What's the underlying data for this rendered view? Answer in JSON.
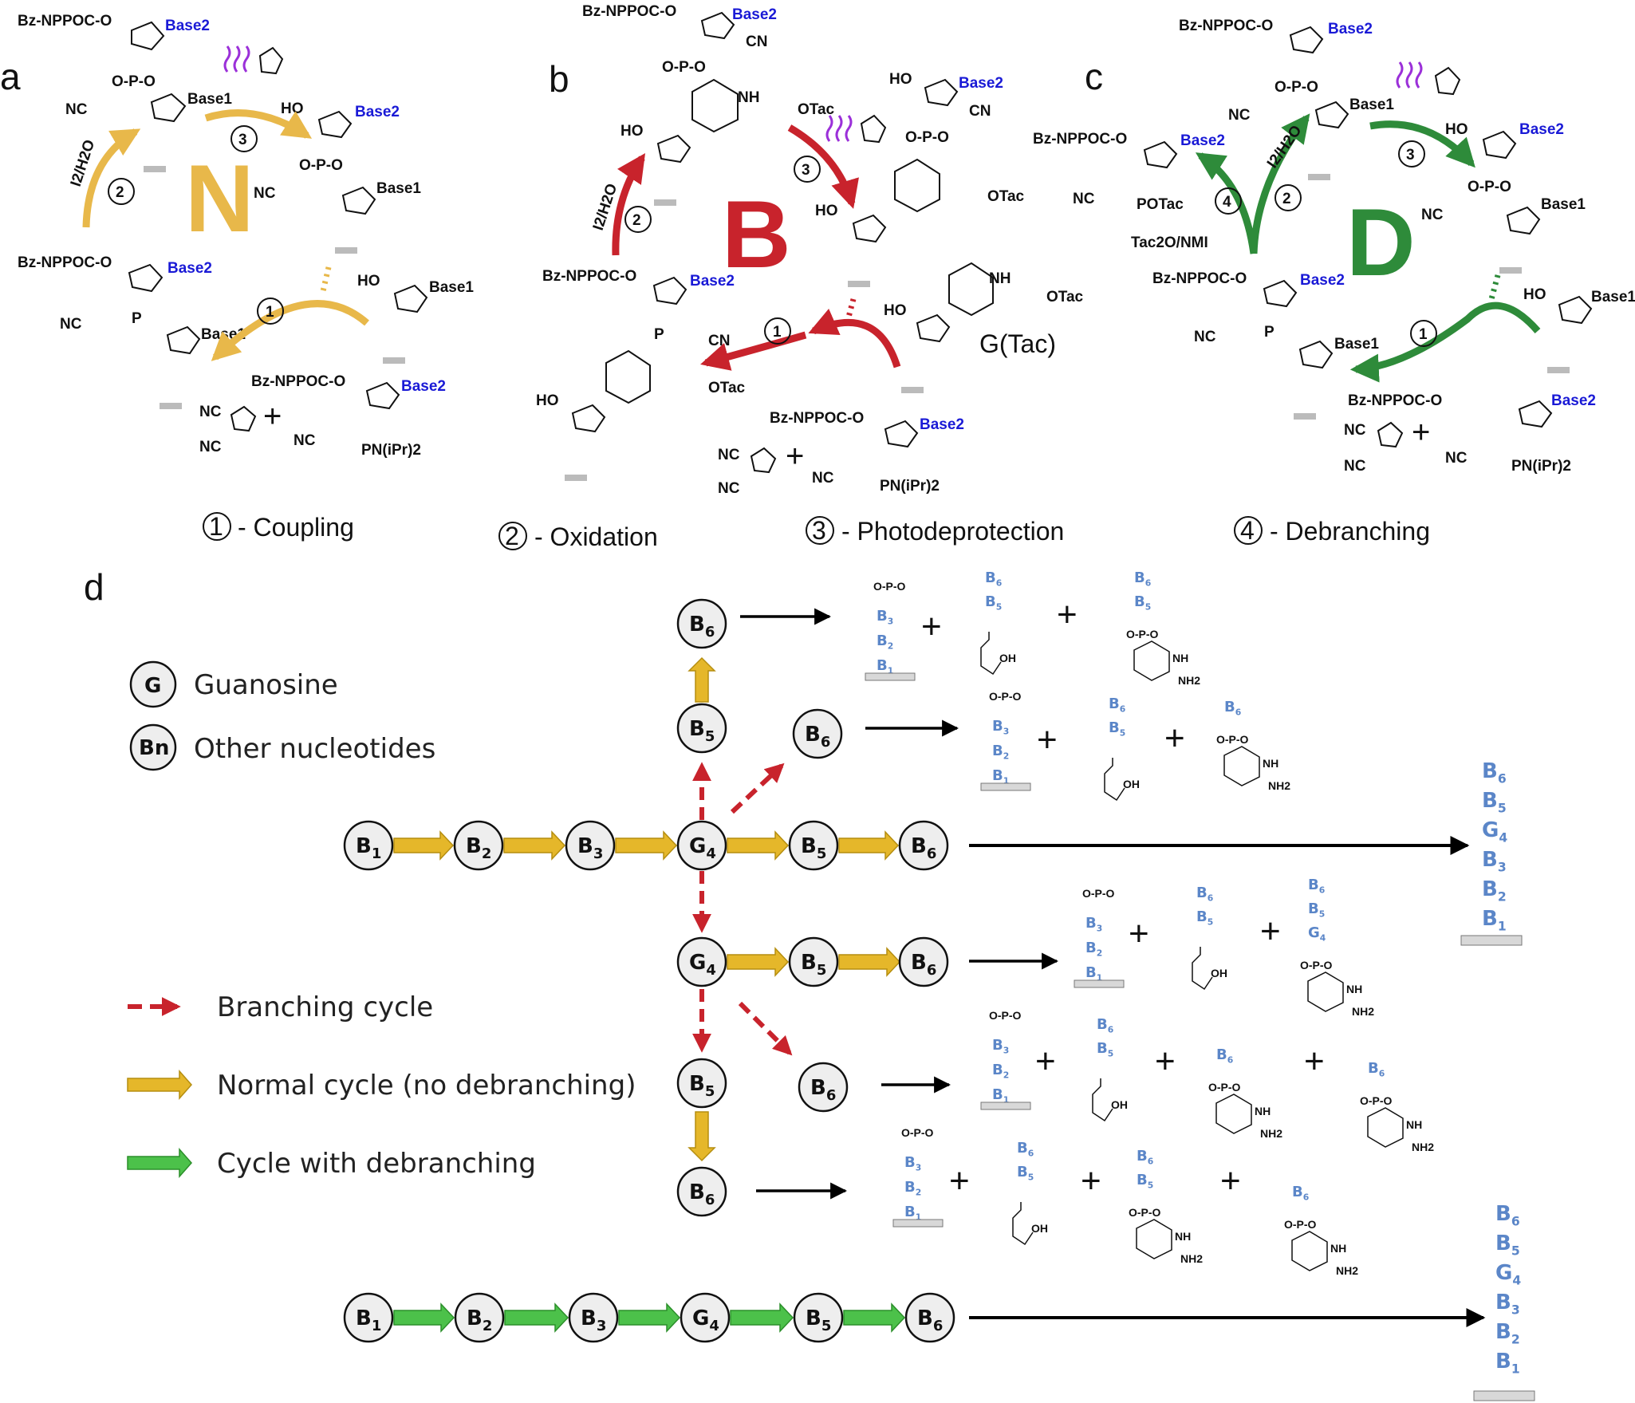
{
  "panels": {
    "a": {
      "letter": "a",
      "big": "N"
    },
    "b": {
      "letter": "b",
      "big": "B"
    },
    "c": {
      "letter": "c",
      "big": "D"
    },
    "d": {
      "letter": "d"
    }
  },
  "chem": {
    "bz": "Bz-NPPOC-O",
    "base1": "Base1",
    "base2": "Base2",
    "nc": "NC",
    "ho": "HO",
    "cn": "CN",
    "otac": "OTac",
    "potac": "POTac",
    "p": "P",
    "o": "O",
    "opo": "O-P-O",
    "pn": "PN(iPr)2",
    "iodine": "I2/H2O",
    "tac": "Tac2O/NMI",
    "gtac": "G(Tac)",
    "nh": "NH",
    "n": "N",
    "h": "H",
    "oh": "OH",
    "nh2": "NH2",
    "plus": "+"
  },
  "steps": [
    {
      "num": "1",
      "label": "- Coupling"
    },
    {
      "num": "2",
      "label": "- Oxidation"
    },
    {
      "num": "3",
      "label": "- Photodeprotection"
    },
    {
      "num": "4",
      "label": "- Debranching"
    }
  ],
  "legend": {
    "guanosine_symbol": "G",
    "guanosine": "Guanosine",
    "other_symbol": "Bn",
    "other": "Other nucleotides",
    "branching": "Branching cycle",
    "normal": "Normal cycle (no debranching)",
    "debranching": "Cycle with debranching"
  },
  "nodes": {
    "B1": "B1",
    "B2": "B2",
    "B3": "B3",
    "G4": "G4",
    "B5": "B5",
    "B6": "B6"
  },
  "stacks": {
    "full": [
      "B6",
      "B5",
      "G4",
      "B3",
      "B2",
      "B1"
    ],
    "b3": [
      "B3",
      "B2",
      "B1"
    ],
    "b6b5": [
      "B6",
      "B5"
    ],
    "b6b5g4": [
      "B6",
      "B5",
      "G4"
    ],
    "b6": [
      "B6"
    ]
  },
  "colors": {
    "yellow": "#e8b84a",
    "red": "#c8232c",
    "green": "#2e8b3a",
    "arrow_yellow": "#e5b72a",
    "arrow_green": "#4cc14a",
    "blue_text": "#5b86c8",
    "purple": "#9b30d9"
  }
}
